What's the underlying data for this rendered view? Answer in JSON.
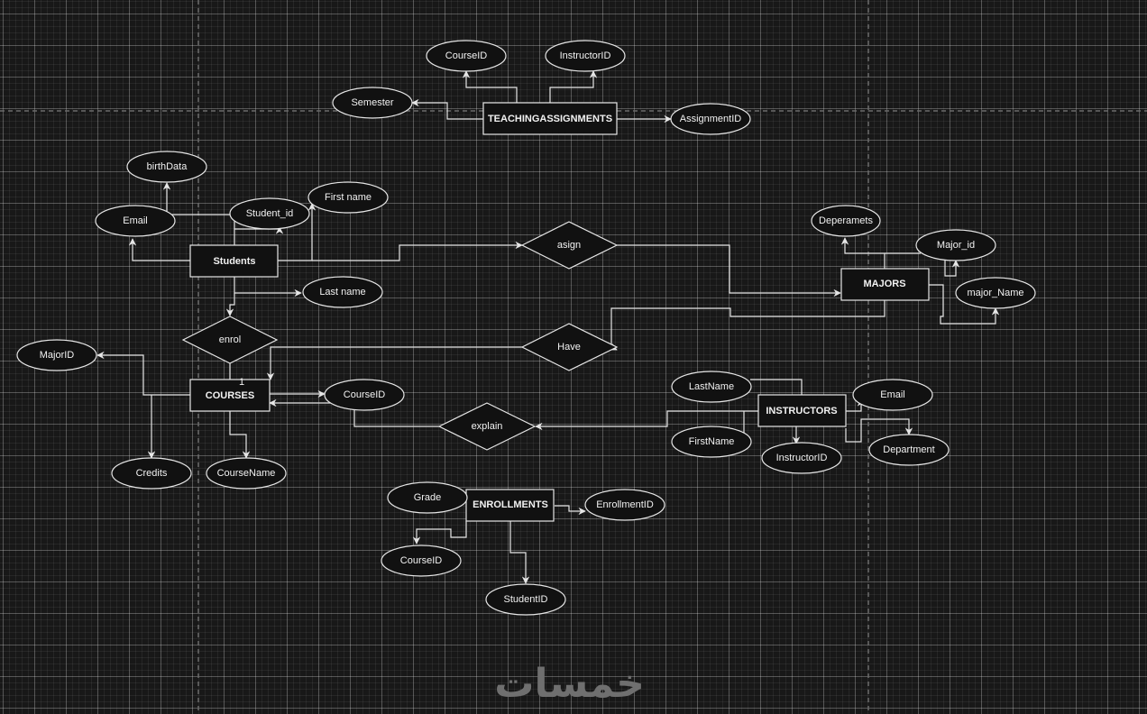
{
  "diagram": {
    "type": "er-diagram",
    "entities": {
      "teachingassignments": "TEACHINGASSIGNMENTS",
      "students": "Students",
      "majors": "MAJORS",
      "courses": "COURSES",
      "instructors": "INSTRUCTORS",
      "enrollments": "ENROLLMENTS"
    },
    "relationships": {
      "asign": "asign",
      "enrol": "enrol",
      "have": "Have",
      "explain": "explain"
    },
    "attributes": {
      "ta_courseid": "CourseID",
      "ta_instructorid": "InstructorID",
      "ta_semester": "Semester",
      "ta_assignmentid": "AssignmentID",
      "st_birthdata": "birthData",
      "st_email": "Email",
      "st_student_id": "Student_id",
      "st_first_name": "First name",
      "st_last_name": "Last name",
      "mj_deperamets": "Deperamets",
      "mj_major_id": "Major_id",
      "mj_major_name": "major_Name",
      "co_majorid": "MajorID",
      "co_courseid": "CourseID",
      "co_credits": "Credits",
      "co_coursename": "CourseName",
      "in_lastname": "LastName",
      "in_firstname": "FirstName",
      "in_email": "Email",
      "in_instructorid": "InstructorID",
      "in_department": "Department",
      "en_grade": "Grade",
      "en_enrollmentid": "EnrollmentID",
      "en_courseid": "CourseID",
      "en_studentid": "StudentID"
    },
    "cardinality": {
      "enrol_courses": "1"
    },
    "edges": [
      {
        "from": "teachingassignments",
        "to": "ta_courseid"
      },
      {
        "from": "teachingassignments",
        "to": "ta_instructorid"
      },
      {
        "from": "teachingassignments",
        "to": "ta_semester"
      },
      {
        "from": "teachingassignments",
        "to": "ta_assignmentid"
      },
      {
        "from": "st_email",
        "to": "st_birthdata"
      },
      {
        "from": "students",
        "to": "st_email"
      },
      {
        "from": "students",
        "to": "st_student_id"
      },
      {
        "from": "students",
        "to": "st_first_name"
      },
      {
        "from": "students",
        "to": "st_last_name"
      },
      {
        "from": "students",
        "to": "asign"
      },
      {
        "from": "students",
        "to": "enrol"
      },
      {
        "from": "asign",
        "to": "majors"
      },
      {
        "from": "majors",
        "to": "mj_deperamets"
      },
      {
        "from": "majors",
        "to": "mj_major_id"
      },
      {
        "from": "majors",
        "to": "mj_major_name"
      },
      {
        "from": "majors",
        "to": "have"
      },
      {
        "from": "have",
        "to": "courses"
      },
      {
        "from": "enrol",
        "to": "courses"
      },
      {
        "from": "courses",
        "to": "co_majorid"
      },
      {
        "from": "courses",
        "to": "co_credits"
      },
      {
        "from": "courses",
        "to": "co_coursename"
      },
      {
        "from": "courses",
        "to": "co_courseid"
      },
      {
        "from": "co_courseid",
        "to": "courses"
      },
      {
        "from": "instructors",
        "to": "explain"
      },
      {
        "from": "instructors",
        "to": "in_email"
      },
      {
        "from": "instructors",
        "to": "in_department"
      },
      {
        "from": "instructors",
        "to": "in_instructorid"
      },
      {
        "from": "enrollments",
        "to": "en_enrollmentid"
      },
      {
        "from": "enrollments",
        "to": "en_courseid"
      },
      {
        "from": "enrollments",
        "to": "en_studentid"
      }
    ]
  },
  "watermark": "خمسات",
  "colors": {
    "background": "#181818",
    "shape_fill": "#111111",
    "stroke": "#e6e6e6",
    "text": "#f2f2f2",
    "watermark": "#6f6f6f"
  }
}
